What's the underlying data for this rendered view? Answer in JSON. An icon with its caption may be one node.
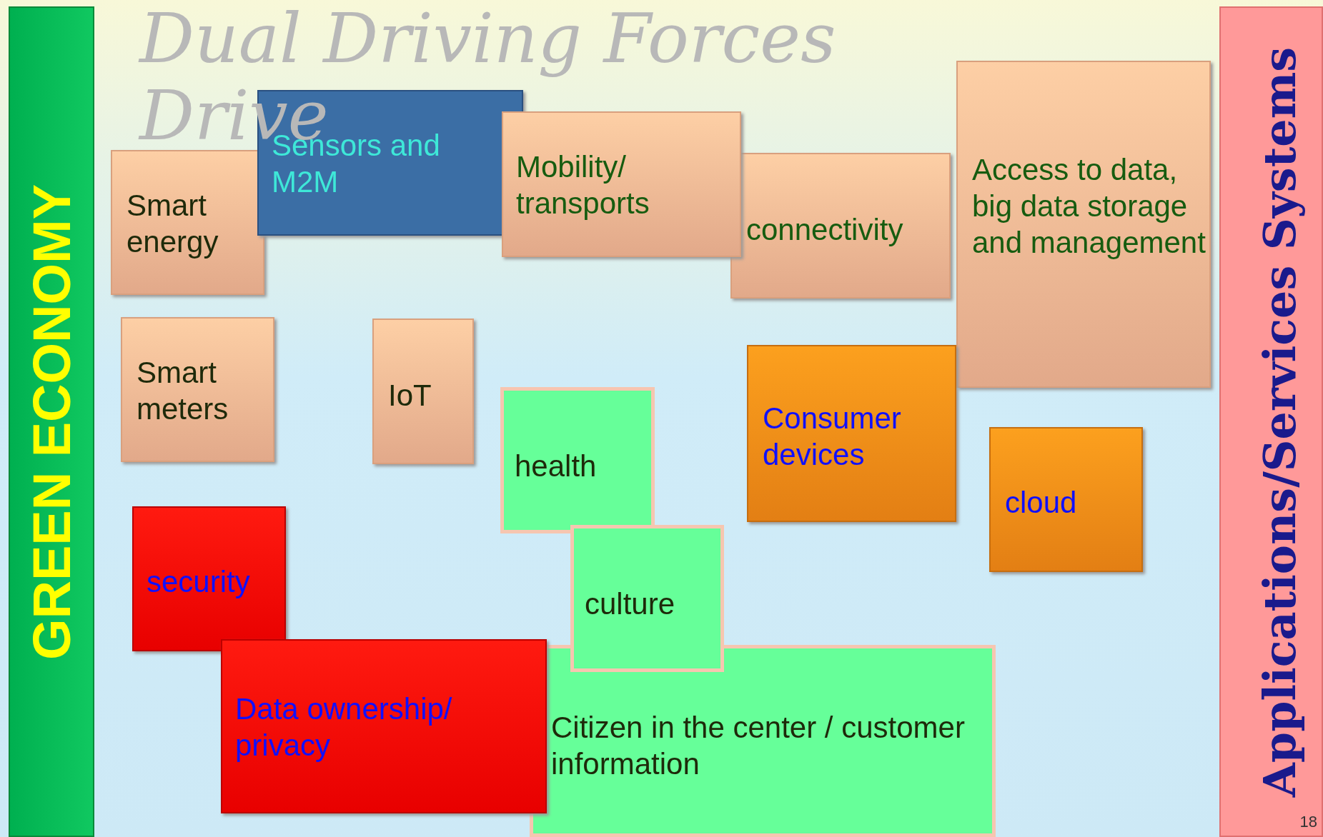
{
  "diagram": {
    "title": "Dual Driving Forces Drive",
    "nodes": [
      {
        "text": [
          "GREEN ECONOMY"
        ]
      },
      {
        "text": [
          "Applications/Services Systems"
        ]
      },
      {
        "text": [
          "Smart energy"
        ]
      },
      {
        "text": [
          "Sensors and M2M"
        ]
      },
      {
        "text": [
          "Mobility/ transports"
        ]
      },
      {
        "text": [
          "connectivity"
        ]
      },
      {
        "text": [
          "Access to data, big data storage and management"
        ]
      },
      {
        "text": [
          "Smart meters"
        ]
      },
      {
        "text": [
          "IoT"
        ]
      },
      {
        "text": [
          "health"
        ]
      },
      {
        "text": [
          "Consumer devices"
        ]
      },
      {
        "text": [
          "cloud"
        ]
      },
      {
        "text": [
          "security"
        ]
      },
      {
        "text": [
          "Citizen in the center / customer information"
        ]
      },
      {
        "text": [
          "Data ownership/ privacy"
        ]
      },
      {
        "text": [
          "culture"
        ]
      }
    ],
    "labels": [
      "18"
    ]
  }
}
